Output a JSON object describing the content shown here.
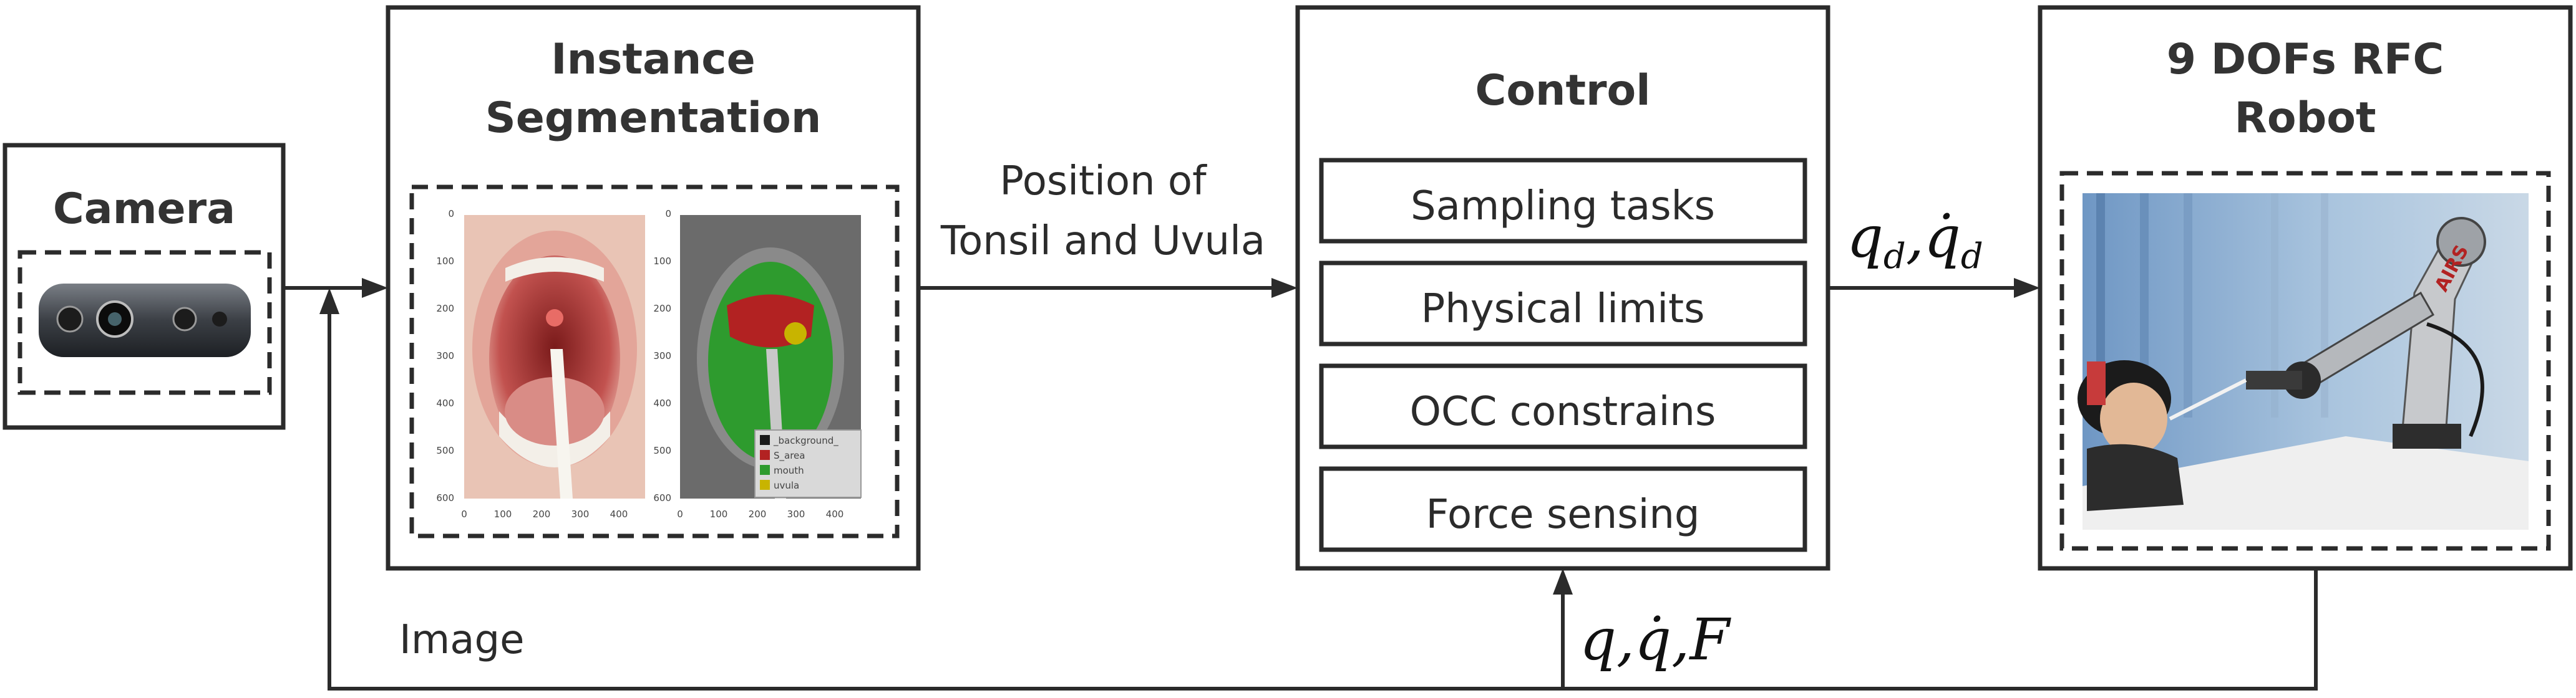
{
  "camera": {
    "title": "Camera"
  },
  "segmentation": {
    "title_line1": "Instance",
    "title_line2": "Segmentation",
    "y_ticks": [
      "0",
      "100",
      "200",
      "300",
      "400",
      "500",
      "600"
    ],
    "x_ticks": [
      "0",
      "100",
      "200",
      "300",
      "400"
    ],
    "legend": [
      "_background_",
      "S_area",
      "mouth",
      "uvula"
    ]
  },
  "edge_position": {
    "line1": "Position of",
    "line2": "Tonsil and Uvula"
  },
  "control": {
    "title": "Control",
    "items": [
      "Sampling tasks",
      "Physical limits",
      "OCC constrains",
      "Force sensing"
    ]
  },
  "edge_command": {
    "q": "q",
    "sub": "d",
    "qdot": "q̇",
    "comma": ","
  },
  "robot": {
    "title_line1": "9 DOFs RFC",
    "title_line2": "Robot",
    "photo_text": "AIRS"
  },
  "feedback": {
    "image_label": "Image",
    "q": "q",
    "qdot": "q̇",
    "F": "F",
    "comma": ","
  },
  "colors": {
    "line": "#2b2b2b",
    "mask_background": "#1a1a1a",
    "mask_s_area": "#b22222",
    "mask_mouth": "#2e9b2e",
    "mask_uvula": "#c8b400"
  }
}
